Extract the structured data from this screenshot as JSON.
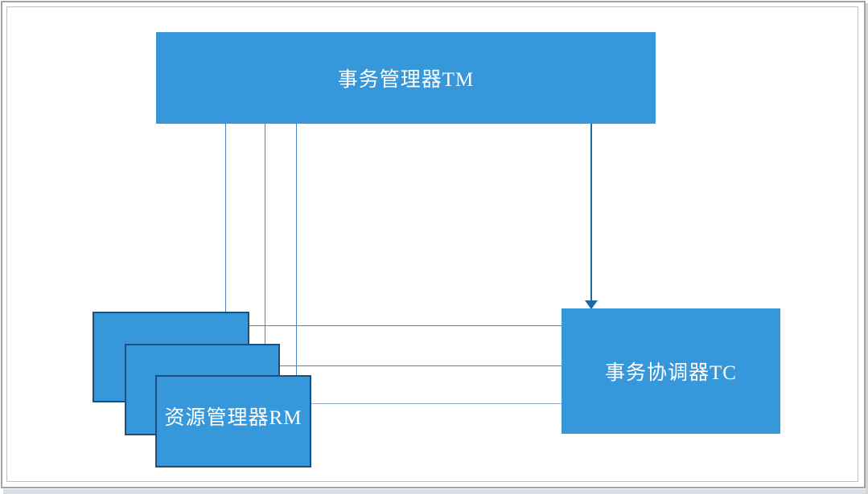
{
  "nodes": {
    "tm": {
      "label": "事务管理器TM"
    },
    "tc": {
      "label": "事务协调器TC"
    },
    "rm": {
      "label": "资源管理器RM"
    }
  },
  "connectors": {
    "tm_to_rm_back": "plain",
    "tm_to_rm_middle": "plain",
    "tm_to_rm_front": "plain",
    "tm_to_tc": "arrow-down",
    "rm_back_to_tc": "plain",
    "rm_middle_to_tc": "plain",
    "rm_front_to_tc": "plain"
  },
  "colors": {
    "box_fill": "#3797DB",
    "rm_border": "#1D4F7C",
    "label_text": "#FFFFFF",
    "connector": "#4C87C3",
    "connector_light": "#93ACCB",
    "arrow": "#1A6B9F",
    "frame_outer": "#A3A3A3",
    "frame_inner": "#BFBFBF",
    "shadow": "#D9DEE6",
    "shadow_side": "#D6D6D6"
  }
}
